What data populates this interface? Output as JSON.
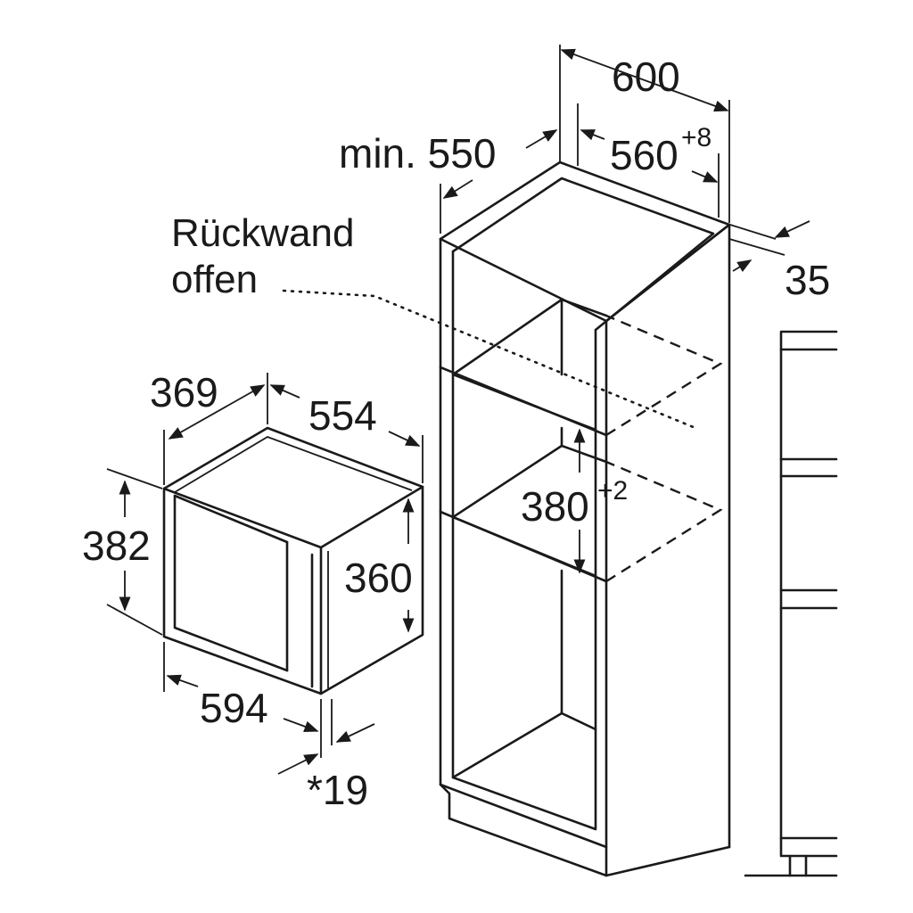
{
  "labels": {
    "cab_width": "600",
    "cab_depth": "min. 550",
    "niche_width": "560",
    "niche_width_tol": "+8",
    "side_offset": "35",
    "rear_note_line1": "Rückwand",
    "rear_note_line2": "offen",
    "niche_height": "380",
    "niche_height_tol": "+2",
    "dev_depth": "369",
    "dev_width_top": "554",
    "dev_height_total": "382",
    "dev_height_body": "360",
    "dev_front_width": "594",
    "dev_front_depth": "*19"
  }
}
